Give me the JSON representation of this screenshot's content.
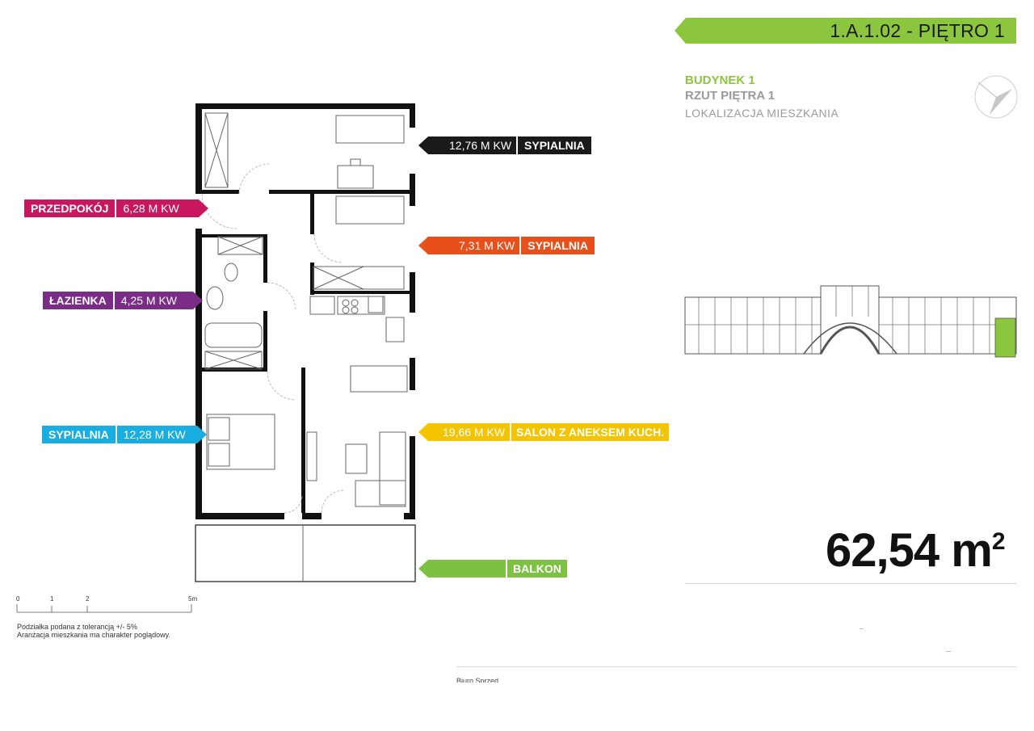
{
  "header": {
    "unit_code": "1.A.1.02",
    "separator": " - ",
    "floor": "PIĘTRO 1",
    "accent": "#8cc63f"
  },
  "building": {
    "title": "BUDYNEK 1",
    "plan": "RZUT PIĘTRA 1",
    "location": "LOKALIZACJA MIESZKANIA"
  },
  "rooms": [
    {
      "name": "SYPIALNIA",
      "area": "12,76 M KW",
      "color": "#1a1a1a"
    },
    {
      "name": "PRZEDPOKÓJ",
      "area": "6,28 M KW",
      "color": "#c8175e"
    },
    {
      "name": "SYPIALNIA",
      "area": "7,31 M KW",
      "color": "#e8501b"
    },
    {
      "name": "ŁAZIENKA",
      "area": "4,25 M KW",
      "color": "#7a2c86"
    },
    {
      "name": "SYPIALNIA",
      "area": "12,28 M KW",
      "color": "#19aee2"
    },
    {
      "name": "SALON Z ANEKSEM KUCH.",
      "area": "19,66 M KW",
      "color": "#f5c400"
    },
    {
      "name": "BALKON",
      "area": "",
      "color": "#7dc142"
    }
  ],
  "total_area": {
    "value": "62,54",
    "unit": "m",
    "exp": "2"
  },
  "scale": {
    "labels": [
      "0",
      "1",
      "2",
      "5m"
    ]
  },
  "notes": [
    "Podziałka podana z tolerancją +/- 5%",
    "Aranżacja mieszkania ma charakter poglądowy."
  ],
  "footer_cut": "Biuro Sprzed"
}
